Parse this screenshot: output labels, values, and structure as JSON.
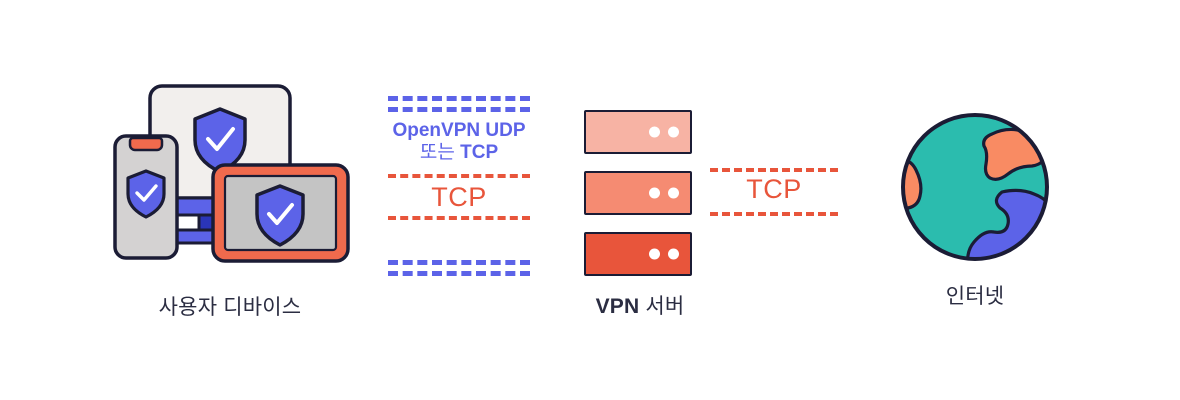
{
  "diagram": {
    "title": "VPN connection flow",
    "background": "#ffffff",
    "colors": {
      "outline": "#1b1c35",
      "shield_blue": "#5C63E8",
      "accent_orange": "#E8553B",
      "globe_teal": "#2BBCAE",
      "globe_orange": "#F98B63",
      "globe_blue": "#5C63E8",
      "server_light": "#F7B3A4",
      "server_mid": "#F58B72",
      "server_dark": "#E8553B",
      "label_text": "#2b2d42",
      "screen_gray": "#C4C4C4",
      "laptop_screen": "#F2EFED",
      "phone_body": "#D4D2D2"
    }
  },
  "nodes": [
    {
      "id": "user-devices",
      "label": "사용자 디바이스",
      "label_bold_prefix": "",
      "icon": "devices-laptop-phone-tablet"
    },
    {
      "id": "vpn-server",
      "label_bold_prefix": "VPN",
      "label": " 서버",
      "icon": "server-stack",
      "units": [
        {
          "shade": "light",
          "leds": 2
        },
        {
          "shade": "mid",
          "leds": 2
        },
        {
          "shade": "dark",
          "leds": 2
        }
      ]
    },
    {
      "id": "internet",
      "label": "인터넷",
      "label_bold_prefix": "",
      "icon": "globe-icon"
    }
  ],
  "tunnels": {
    "left": {
      "outer_protocol_line1": "OpenVPN UDP",
      "outer_protocol_line2_prefix": "또는 ",
      "outer_protocol_line2_proto": "TCP",
      "inner_protocol": "TCP",
      "outer_color": "#5C63E8",
      "inner_color": "#E8553B",
      "outer_style": "dashed",
      "inner_style": "dashed"
    },
    "right": {
      "protocol": "TCP",
      "color": "#E8553B",
      "style": "dashed"
    }
  }
}
